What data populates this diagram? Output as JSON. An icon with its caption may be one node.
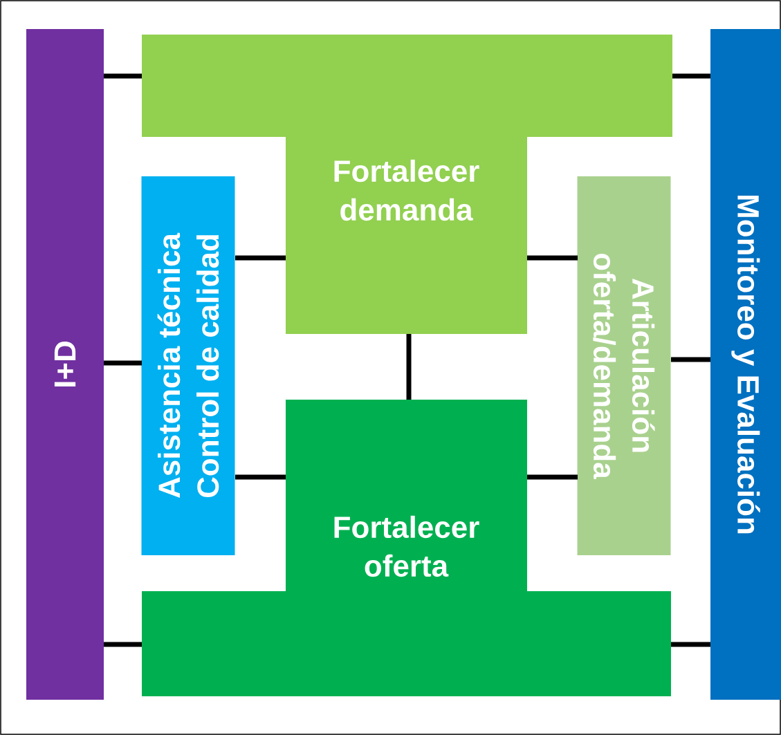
{
  "diagram": {
    "nodes": [
      {
        "text": [
          "I+D"
        ]
      },
      {
        "text": [
          "Fortalecer demanda"
        ]
      },
      {
        "text": [
          "Asistencia técnica Control de calidad"
        ]
      },
      {
        "text": [
          "Articulación oferta/demanda"
        ]
      },
      {
        "text": [
          "Fortalecer oferta"
        ]
      },
      {
        "text": [
          "Monitoreo y Evaluación"
        ]
      }
    ],
    "edges": [
      {
        "from": 0,
        "to": 1,
        "arrow": "none"
      },
      {
        "from": 1,
        "to": 5,
        "arrow": "none"
      },
      {
        "from": 0,
        "to": 2,
        "arrow": "none"
      },
      {
        "from": 2,
        "to": 1,
        "arrow": "none"
      },
      {
        "from": 2,
        "to": 4,
        "arrow": "none"
      },
      {
        "from": 1,
        "to": 3,
        "arrow": "none"
      },
      {
        "from": 4,
        "to": 3,
        "arrow": "none"
      },
      {
        "from": 1,
        "to": 4,
        "arrow": "none"
      },
      {
        "from": 3,
        "to": 5,
        "arrow": "none"
      },
      {
        "from": 0,
        "to": 4,
        "arrow": "none"
      },
      {
        "from": 4,
        "to": 5,
        "arrow": "none"
      }
    ]
  }
}
